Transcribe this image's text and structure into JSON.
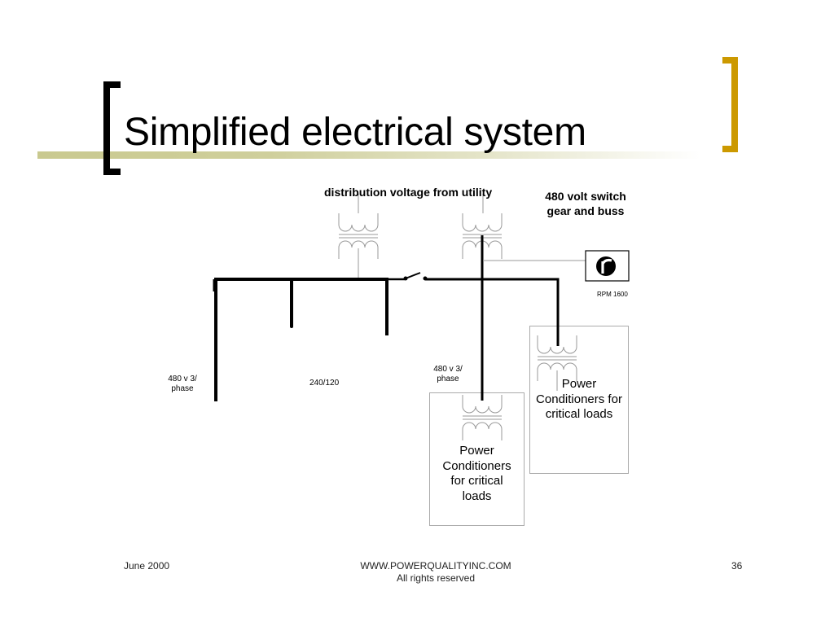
{
  "slide": {
    "title": "Simplified electrical system",
    "accent_color": "#CC9900",
    "bar_color": "#C9C98F"
  },
  "diagram": {
    "utility_label": "distribution voltage from utility",
    "switchgear_label_line1": "480 volt switch",
    "switchgear_label_line2": "gear and buss",
    "meter": {
      "icon": "r-logo-icon",
      "label": "RPM 1600"
    },
    "feeders": [
      {
        "label_line1": "480 v 3/",
        "label_line2": "phase"
      },
      {
        "label_line1": "240/120"
      },
      {
        "label_line1": "480 v 3/",
        "label_line2": "phase"
      }
    ],
    "power_conditioners": [
      {
        "line1": "Power",
        "line2": "Conditioners",
        "line3": "for critical",
        "line4": "loads"
      },
      {
        "line1": "Power",
        "line2": "Conditioners for",
        "line3": "critical loads"
      }
    ]
  },
  "footer": {
    "date": "June 2000",
    "website": "WWW.POWERQUALITYINC.COM",
    "rights": "All rights reserved",
    "page_number": "36"
  }
}
